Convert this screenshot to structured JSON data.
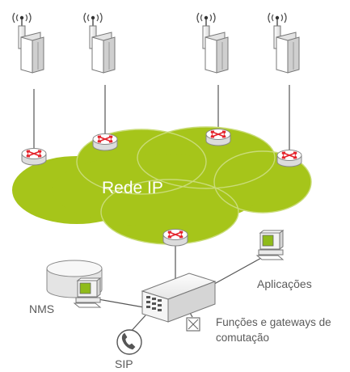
{
  "diagram": {
    "cloud_label": "Rede IP",
    "nms_label": "NMS",
    "applications_label": "Aplicações",
    "switch_label_line1": "Funções e gateways de",
    "switch_label_line2": "comutação",
    "sip_label": "SIP",
    "colors": {
      "cloud": "#a6c51a",
      "cloud_outline": "#c9dc78",
      "router_marker": "#e4232b",
      "line": "#555555",
      "device_fill": "#f2f2f2",
      "screen": "#8fbb1a"
    },
    "base_station_count": 4
  }
}
